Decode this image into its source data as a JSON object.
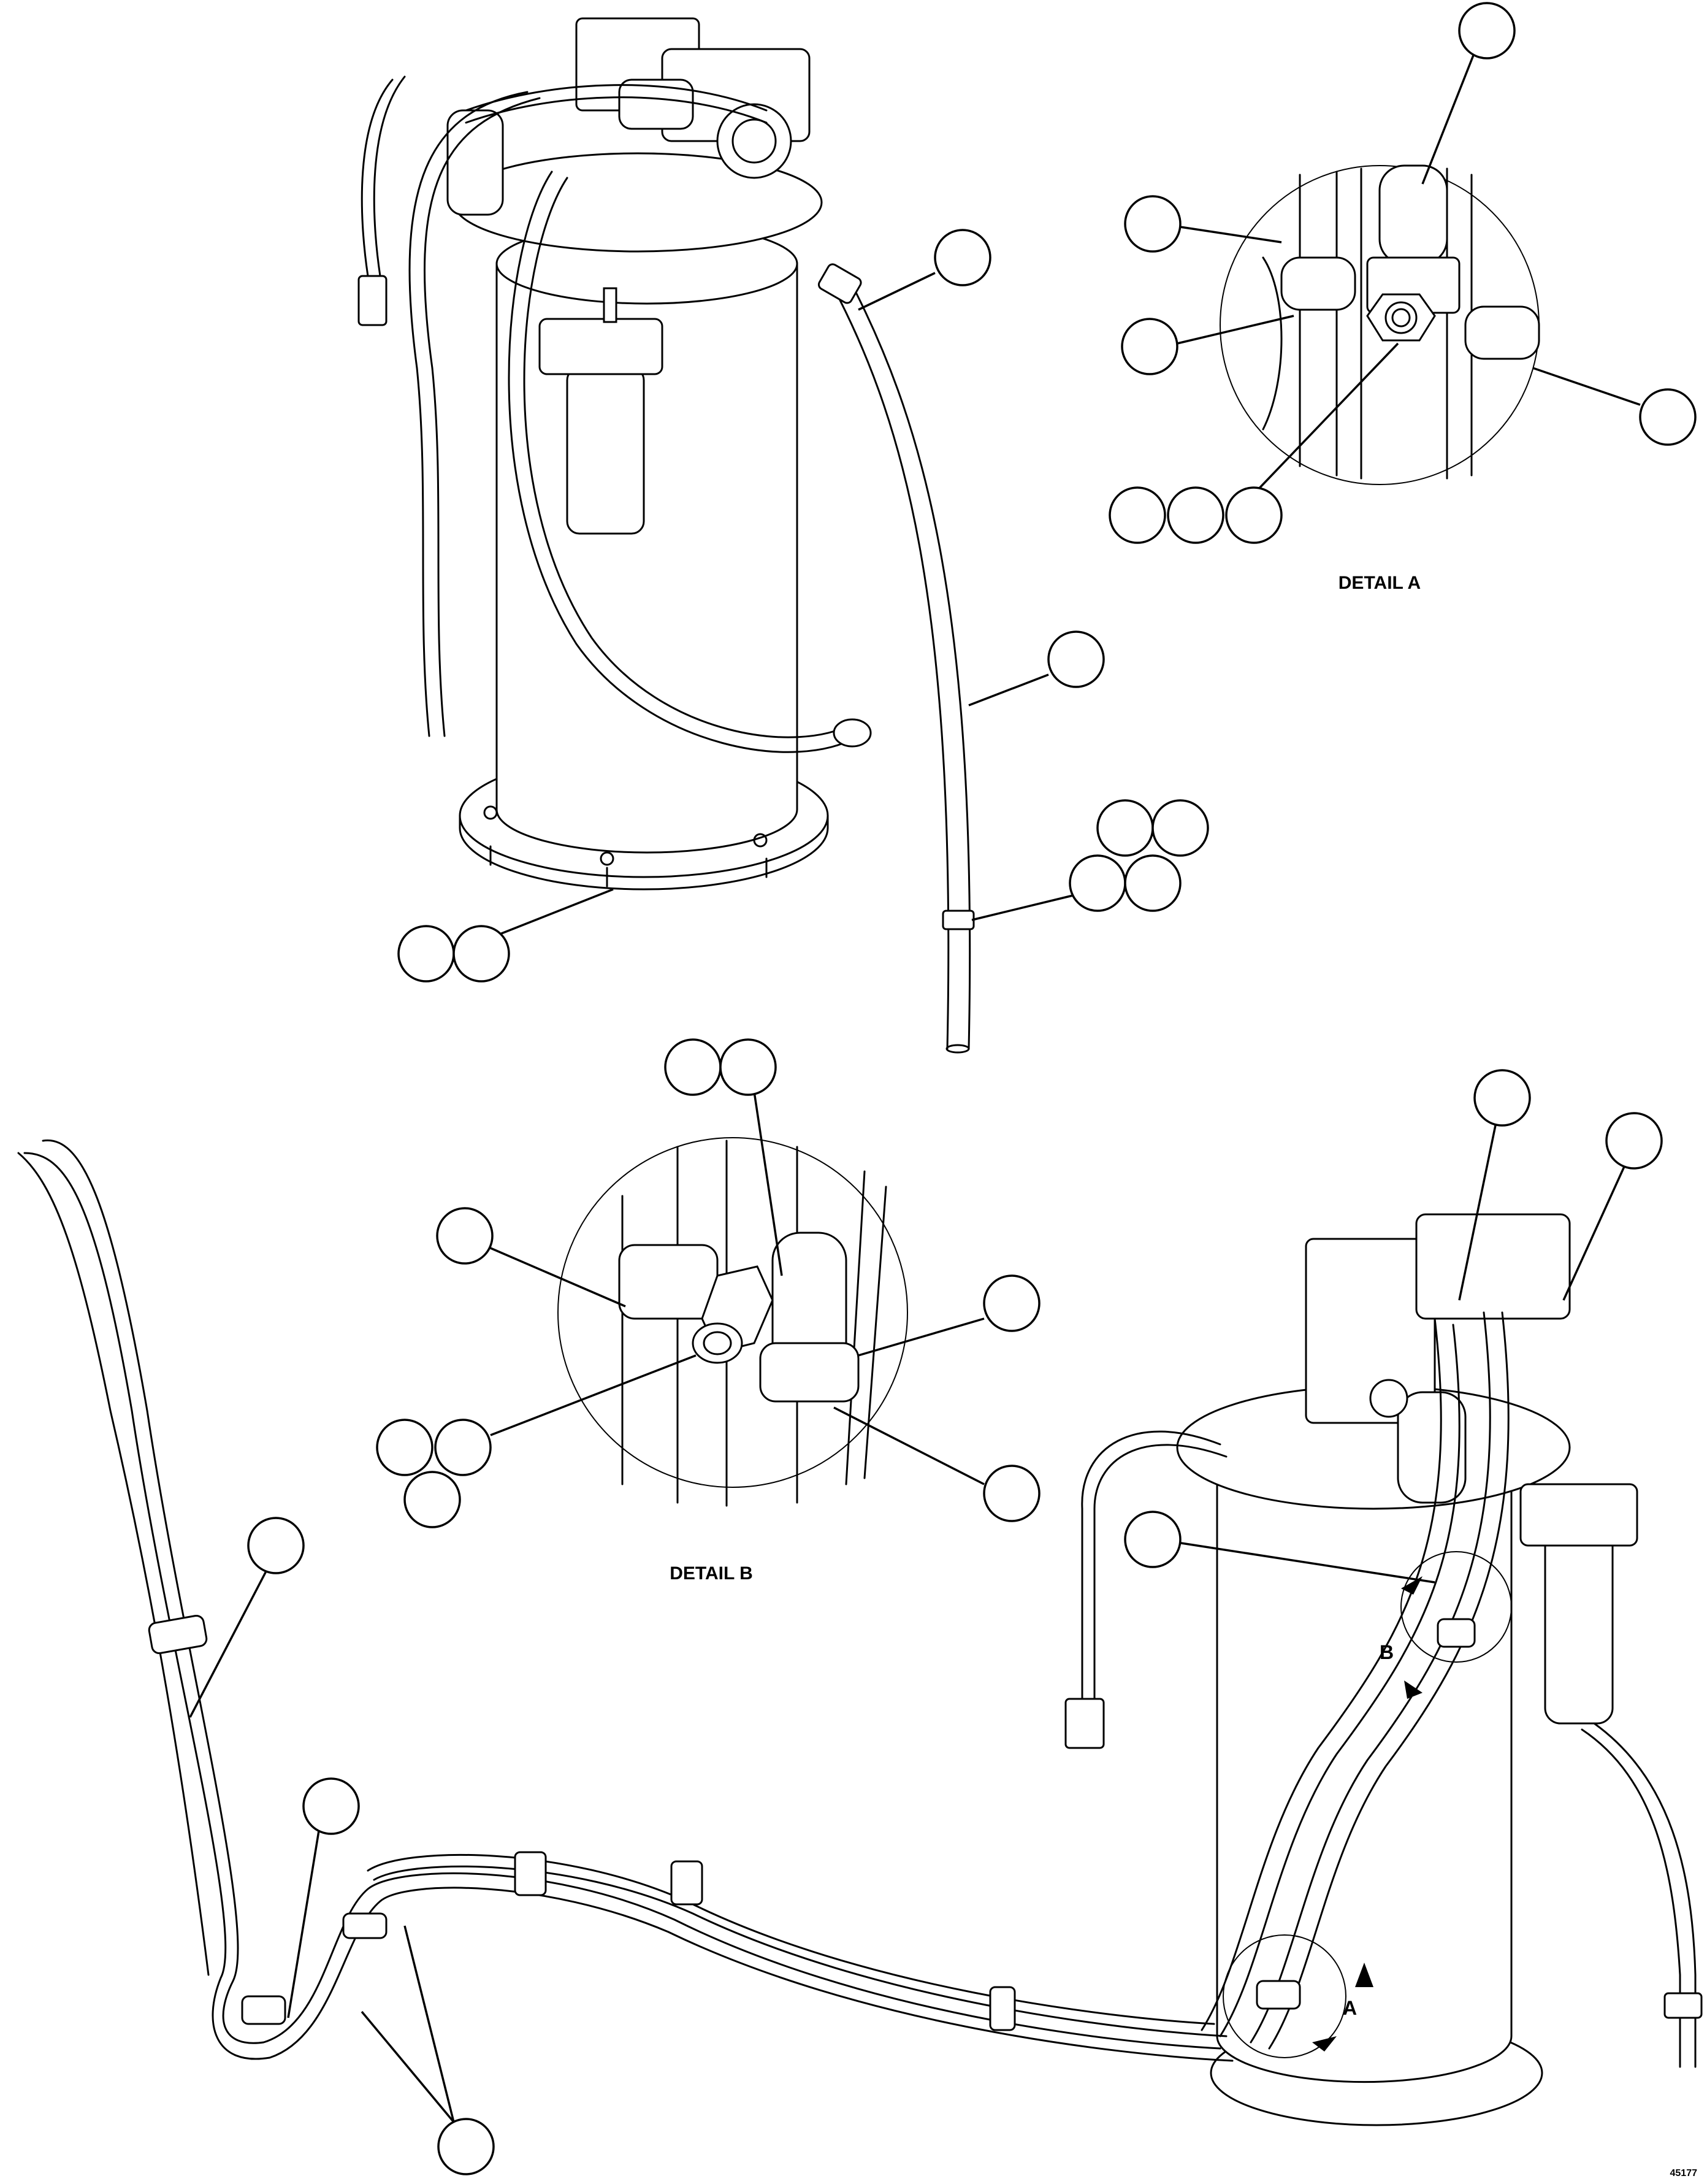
{
  "details": {
    "detail_a_title": "DETAIL A",
    "detail_b_title": "DETAIL B"
  },
  "view_markers": {
    "a": "A",
    "b": "B"
  },
  "figure_id": "45177"
}
